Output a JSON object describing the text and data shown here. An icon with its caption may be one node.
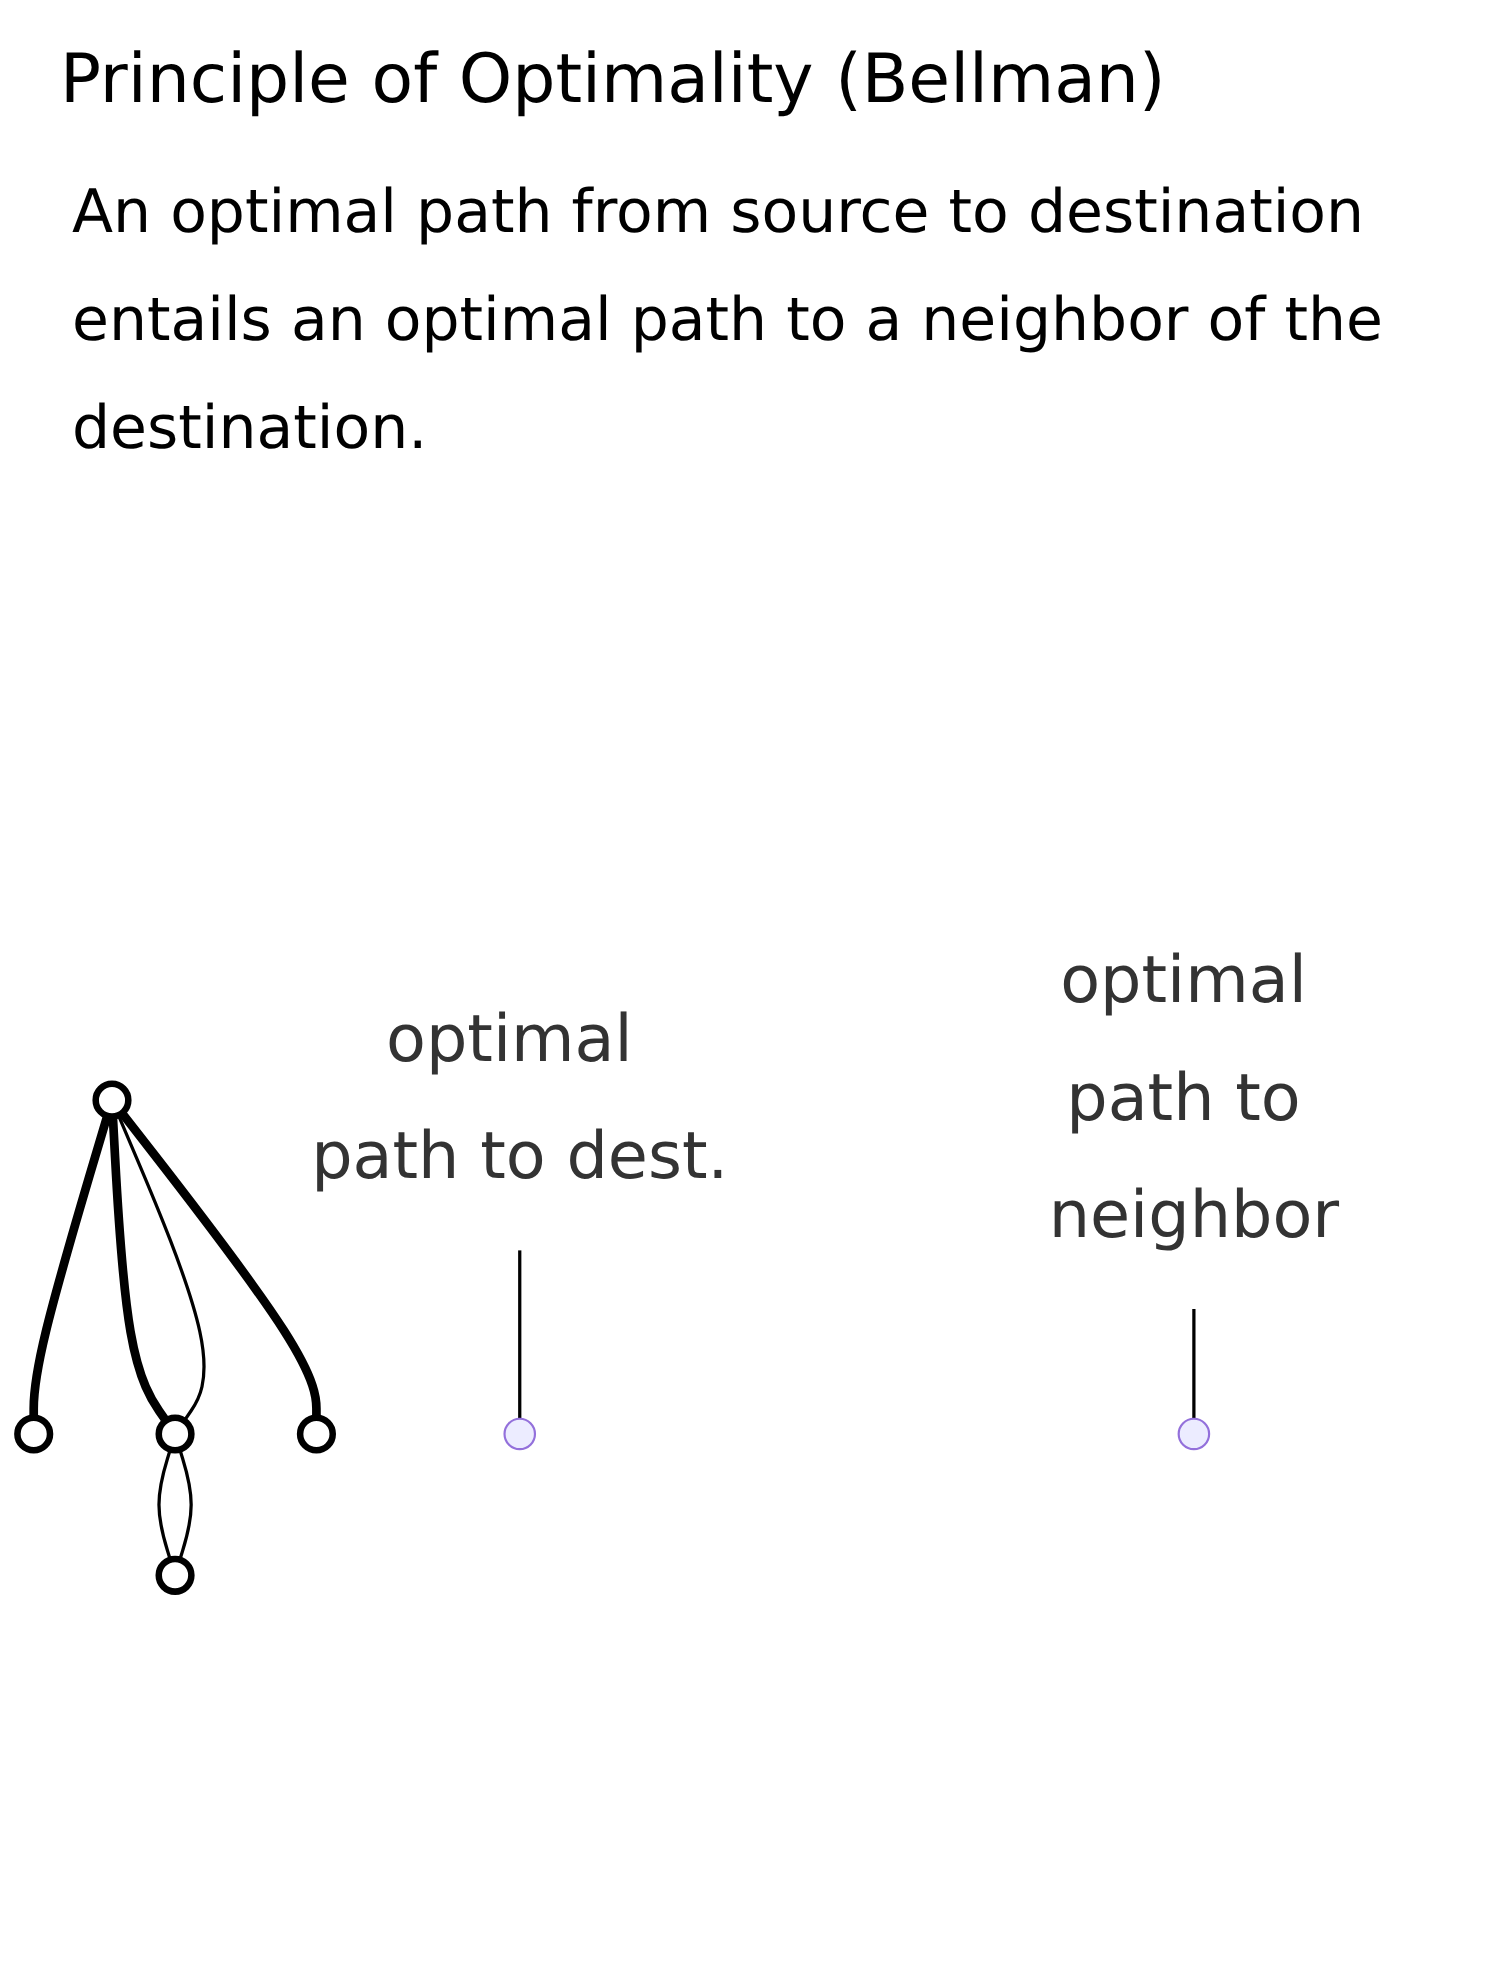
{
  "diagram": {
    "title": "Principle of Optimality (Bellman)",
    "nodes": [
      {
        "text": [],
        "shape": "circle"
      },
      {
        "text": [
          "optimal path to dest."
        ]
      },
      {
        "text": [],
        "shape": "circle"
      },
      {
        "text": [],
        "shape": "circle"
      },
      {
        "text": [],
        "shape": "circle"
      },
      {
        "text": [
          "optimal path to neighbor"
        ]
      },
      {
        "text": [],
        "shape": "circle"
      }
    ],
    "edges": [
      {
        "from": 0,
        "to": 2,
        "arrow": "none",
        "style": "thick"
      },
      {
        "from": 0,
        "to": 3,
        "arrow": "none",
        "style": "thick"
      },
      {
        "from": 0,
        "to": 4,
        "arrow": "none",
        "style": "thick"
      },
      {
        "from": 0,
        "to": 3,
        "arrow": "none"
      },
      {
        "from": 3,
        "to": 6,
        "arrow": "none"
      },
      {
        "from": 3,
        "to": 6,
        "arrow": "none"
      },
      {
        "from": 1,
        "to": null,
        "arrow": "none"
      },
      {
        "from": 5,
        "to": null,
        "arrow": "none"
      }
    ],
    "labels": [
      "An optimal path from source to destination entails an optimal path to a neighbor of the destination."
    ]
  }
}
